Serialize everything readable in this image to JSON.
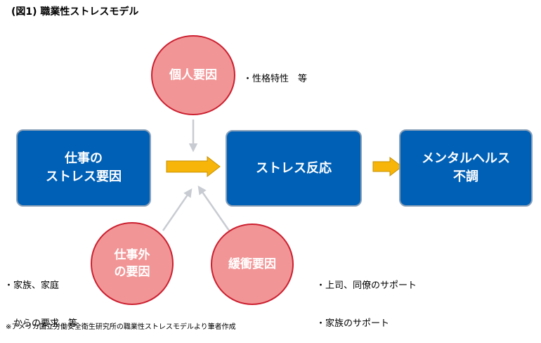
{
  "title": "(図1) 職業性ストレスモデル",
  "boxes": {
    "job_stress": [
      "仕事の",
      "ストレス要因"
    ],
    "stress_reaction": [
      "ストレス反応"
    ],
    "mental_health": [
      "メンタルヘルス",
      "不調"
    ]
  },
  "circles": {
    "personal": [
      "個人要因"
    ],
    "non_work": [
      "仕事外",
      "の要因"
    ],
    "buffer": [
      "緩衝要因"
    ]
  },
  "notes": {
    "personal": "・性格特性　等",
    "non_work": [
      "・家族、家庭",
      "　からの要求　等"
    ],
    "buffer": [
      "・上司、同僚のサポート",
      "・家族のサポート"
    ]
  },
  "source": "※アメリカ国立労働安全衛生研究所の職業性ストレスモデルより筆者作成",
  "colors": {
    "box_fill": "#0060b6",
    "circle_fill": "#f29596",
    "circle_border": "#cc2030",
    "arrow_fill": "#f7b50a",
    "connector": "#c8ccd2"
  }
}
